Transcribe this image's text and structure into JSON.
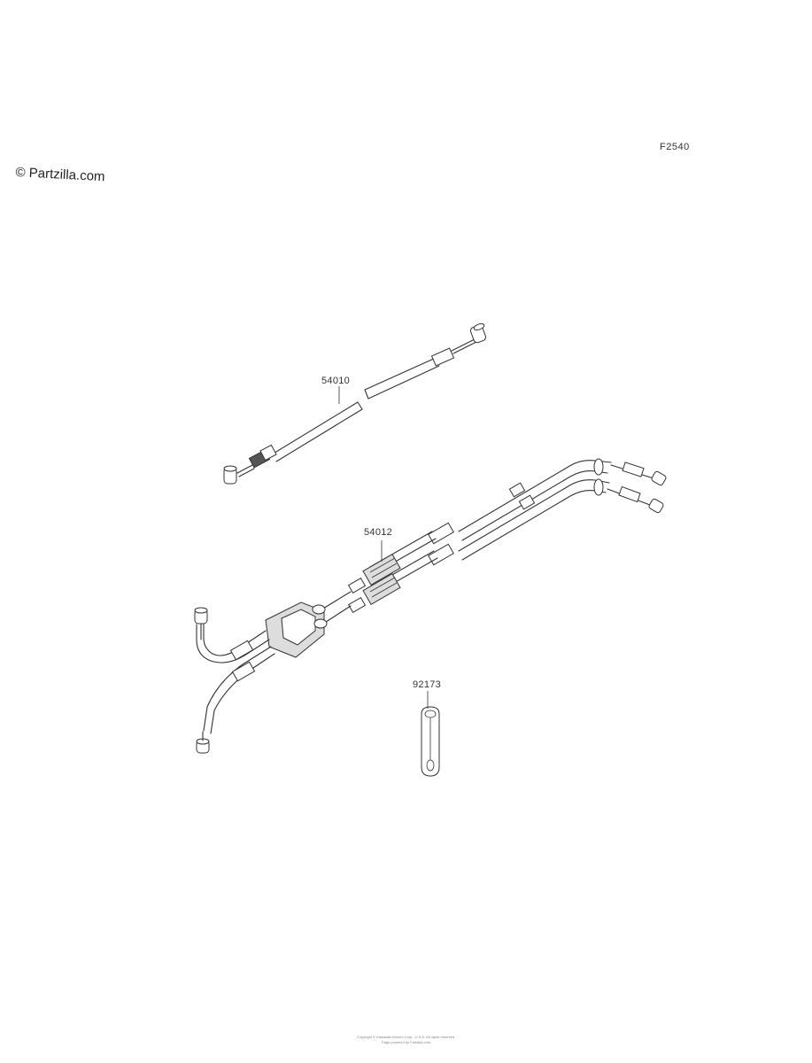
{
  "watermark": "© Partzilla.com",
  "figure_code": "F2540",
  "parts": [
    {
      "number": "54010"
    },
    {
      "number": "54012"
    },
    {
      "number": "92173"
    }
  ],
  "footer": {
    "line1": "Copyright © Kawasaki Motors Corp., U.S.A. All rights reserved.",
    "line2": "Page powered by Partzilla.com"
  }
}
